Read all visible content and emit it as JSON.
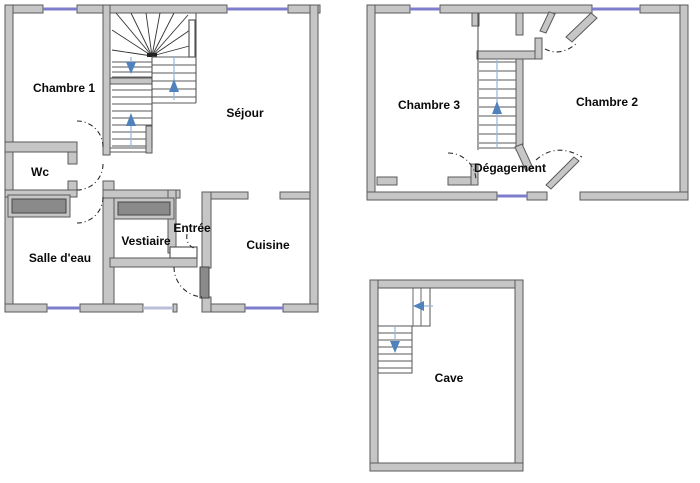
{
  "document_type": "floor-plan",
  "ground_floor": {
    "rooms": {
      "chambre1": "Chambre 1",
      "sejour": "Séjour",
      "wc": "Wc",
      "salle_deau": "Salle d'eau",
      "vestiaire": "Vestiaire",
      "entree": "Entrée",
      "cuisine": "Cuisine"
    }
  },
  "first_floor": {
    "rooms": {
      "chambre3": "Chambre 3",
      "chambre2": "Chambre 2",
      "degagement": "Dégagement"
    }
  },
  "basement": {
    "rooms": {
      "cave": "Cave"
    }
  },
  "colors": {
    "wall_fill": "#c6c6c6",
    "wall_stroke": "#5a5a5a",
    "window_line": "#7d7dcc",
    "door_panel": "#8a8a8a",
    "stair_arrow": "#4f81bd",
    "background": "#ffffff"
  }
}
